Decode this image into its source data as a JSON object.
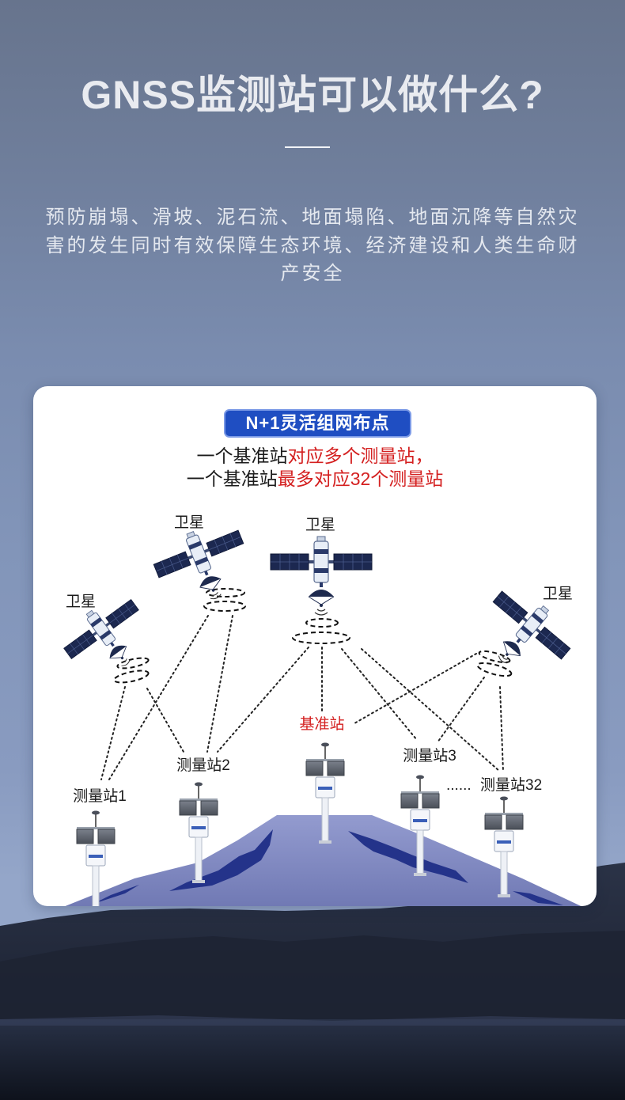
{
  "title": "GNSS监测站可以做什么?",
  "intro": {
    "lines": [
      "预防崩塌、滑坡、泥石流、地面塌陷、地面沉降等自然灾",
      "害的发生同时有效保障生态环境、经济建设和人类生命财",
      "产安全"
    ]
  },
  "diagram": {
    "badge": "N+1灵活组网布点",
    "caption_lines": [
      {
        "plain": "一个基准站",
        "highlight": "对应多个测量站，"
      },
      {
        "plain": "一个基准站",
        "highlight": "最多对应32个测量站"
      }
    ],
    "satellites": [
      {
        "label": "卫星"
      },
      {
        "label": "卫星"
      },
      {
        "label": "卫星"
      },
      {
        "label": "卫星"
      }
    ],
    "base_station": {
      "label": "基准站"
    },
    "measurement_stations": [
      {
        "label": "测量站1"
      },
      {
        "label": "测量站2"
      },
      {
        "label": "测量站3"
      },
      {
        "label": "测量站32"
      }
    ],
    "omitted_stations_marker": "......"
  },
  "colors": {
    "highlight": "#d42020",
    "badge": "#1f4ec2",
    "title_text": "#e9ebf0",
    "terrain": "#7d85bb",
    "terrain_crack": "#24338a",
    "solar_panel": "#1c2850"
  }
}
